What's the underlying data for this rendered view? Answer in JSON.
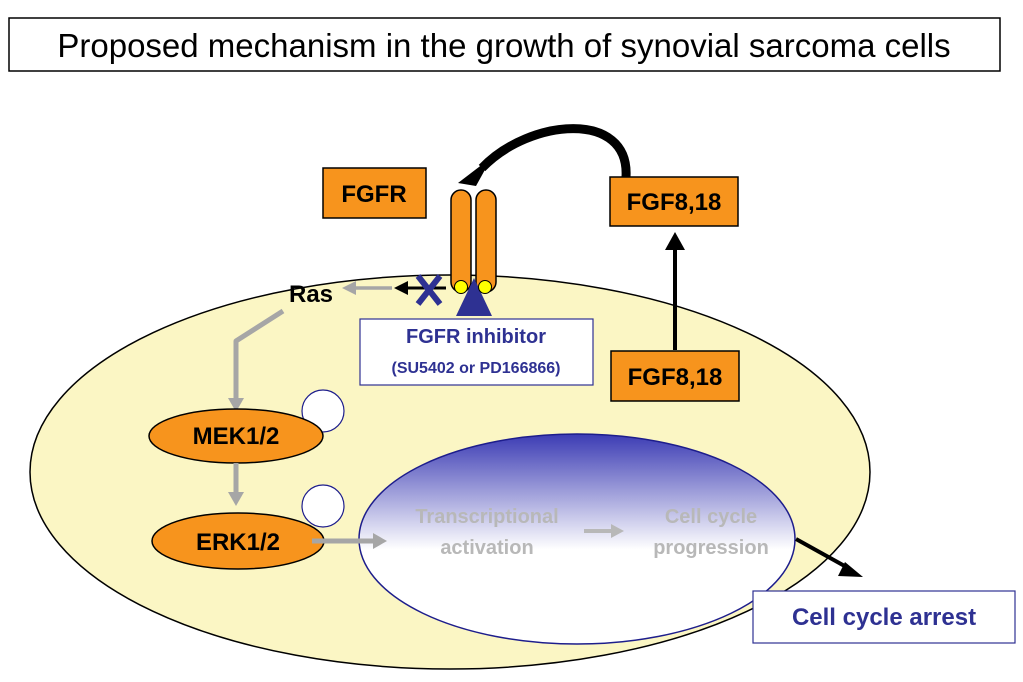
{
  "title": "Proposed mechanism in the growth of synovial sarcoma cells",
  "labels": {
    "fgfr": "FGFR",
    "fgf_outside": "FGF8,18",
    "fgf_inside": "FGF8,18",
    "ras": "Ras",
    "inhibitor_name": "FGFR inhibitor",
    "inhibitor_compounds": "(SU5402 or PD166866)",
    "mek": "MEK1/2",
    "erk": "ERK1/2",
    "transcriptional_line1": "Transcriptional",
    "transcriptional_line2": "activation",
    "cell_cycle_line1": "Cell cycle",
    "cell_cycle_line2": "progression",
    "arrest": "Cell cycle arrest"
  },
  "colors": {
    "orange": "#f7941d",
    "cell": "#fbf6c4",
    "inhibitor_blue": "#2e3192",
    "nucleus_blue": "#3c3cb4",
    "gray_arrow": "#a6a6a6",
    "phospho_yellow": "#ffff00"
  }
}
